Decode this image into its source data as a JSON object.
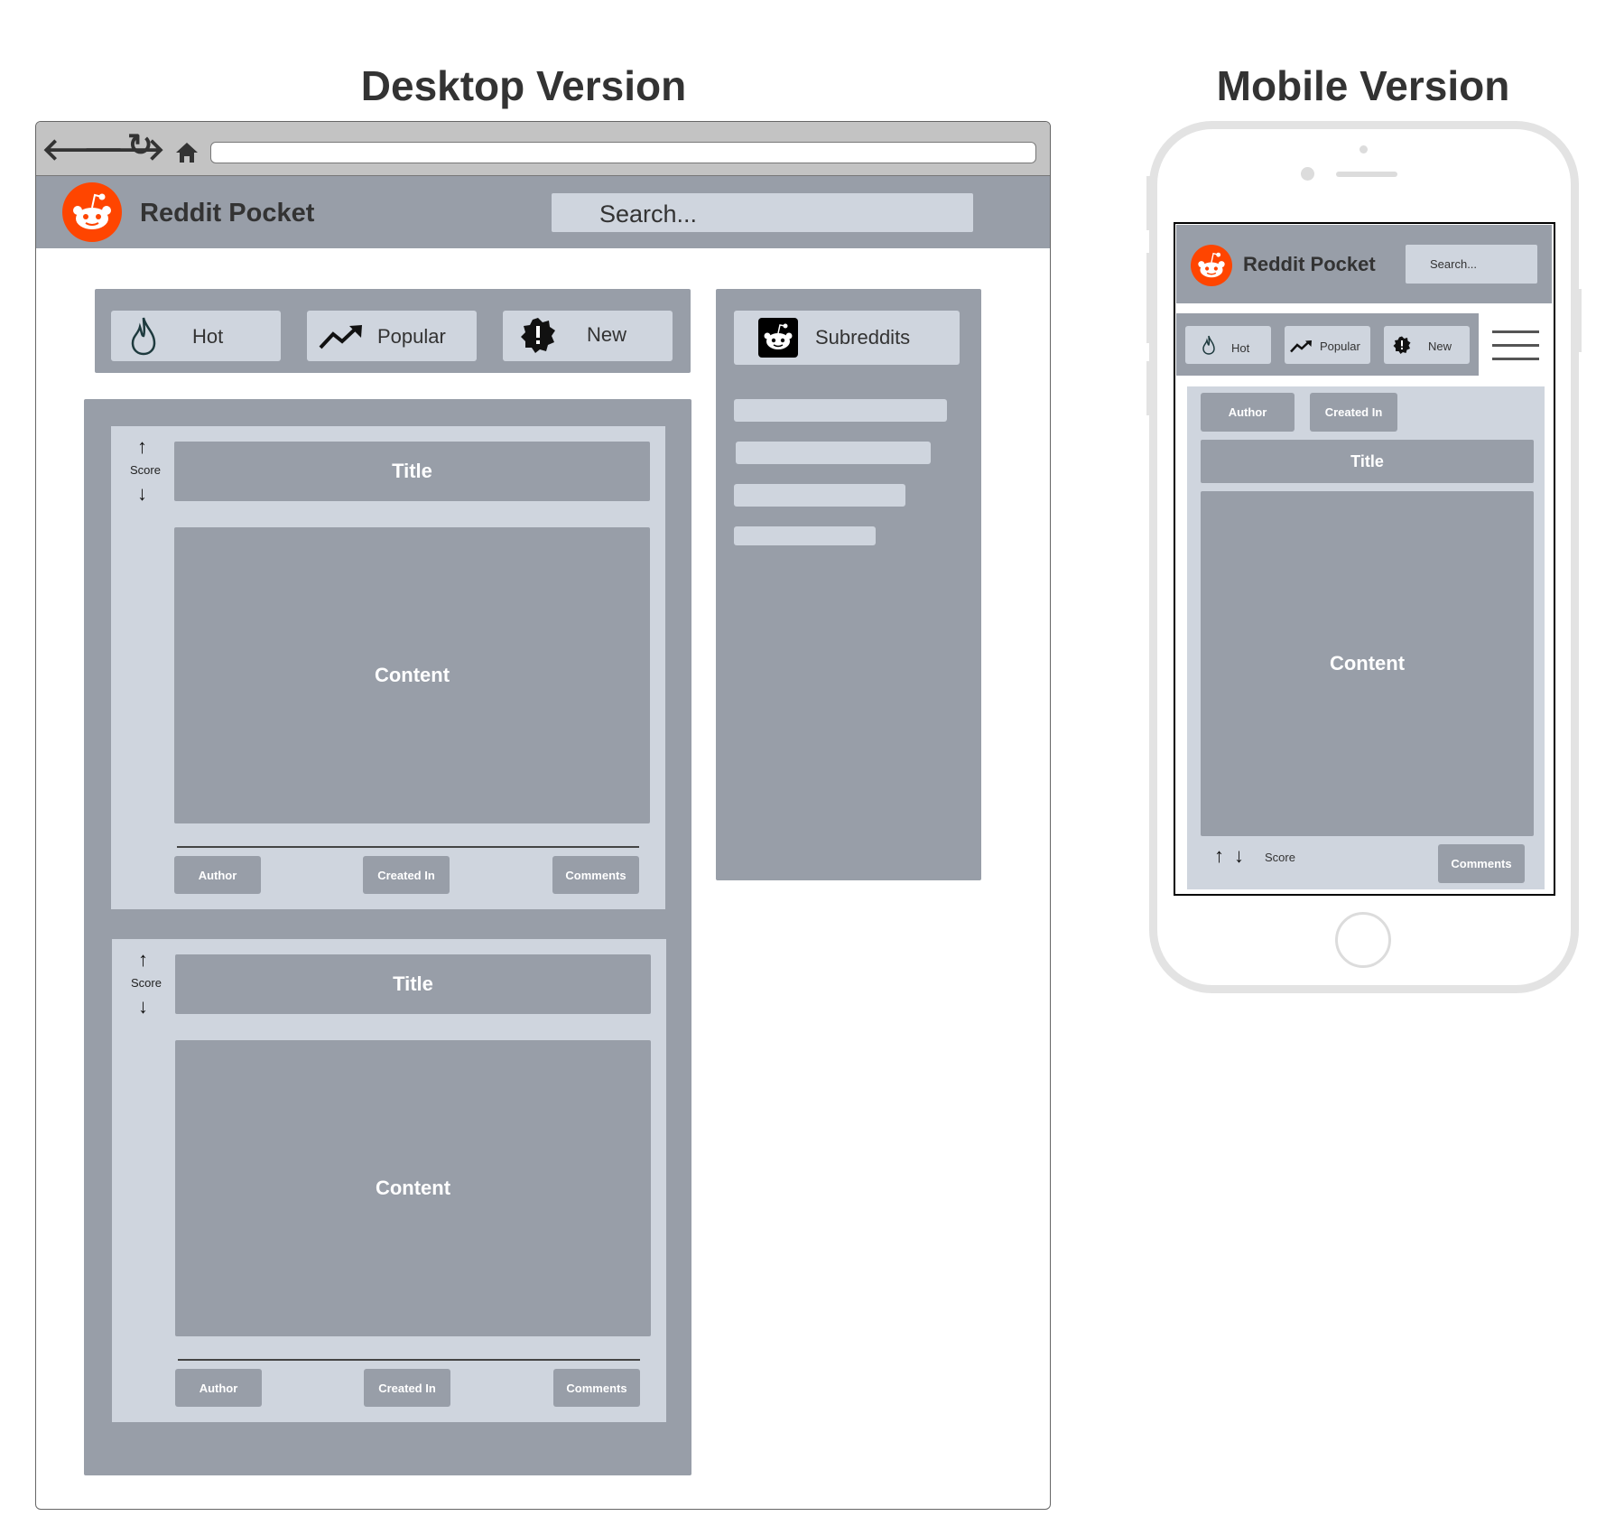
{
  "headings": {
    "desktop": "Desktop Version",
    "mobile": "Mobile Version"
  },
  "app": {
    "name": "Reddit Pocket",
    "search_placeholder": "Search..."
  },
  "desktop": {
    "tabs": [
      {
        "label": "Hot",
        "icon": "flame-icon"
      },
      {
        "label": "Popular",
        "icon": "trending-up-icon"
      },
      {
        "label": "New",
        "icon": "new-badge-icon"
      }
    ],
    "sidebar": {
      "title": "Subreddits",
      "icon": "reddit-icon"
    },
    "posts": [
      {
        "score": "Score",
        "title": "Title",
        "content": "Content",
        "author": "Author",
        "created": "Created In",
        "comments": "Comments"
      },
      {
        "score": "Score",
        "title": "Title",
        "content": "Content",
        "author": "Author",
        "created": "Created In",
        "comments": "Comments"
      }
    ]
  },
  "mobile": {
    "tabs": [
      {
        "label": "Hot",
        "icon": "flame-icon"
      },
      {
        "label": "Popular",
        "icon": "trending-up-icon"
      },
      {
        "label": "New",
        "icon": "new-badge-icon"
      }
    ],
    "post": {
      "author": "Author",
      "created": "Created In",
      "title": "Title",
      "content": "Content",
      "score": "Score",
      "comments": "Comments"
    }
  },
  "colors": {
    "dark_gray": "#989ea8",
    "light_gray": "#cfd5de",
    "reddit_orange": "#ff4500"
  }
}
